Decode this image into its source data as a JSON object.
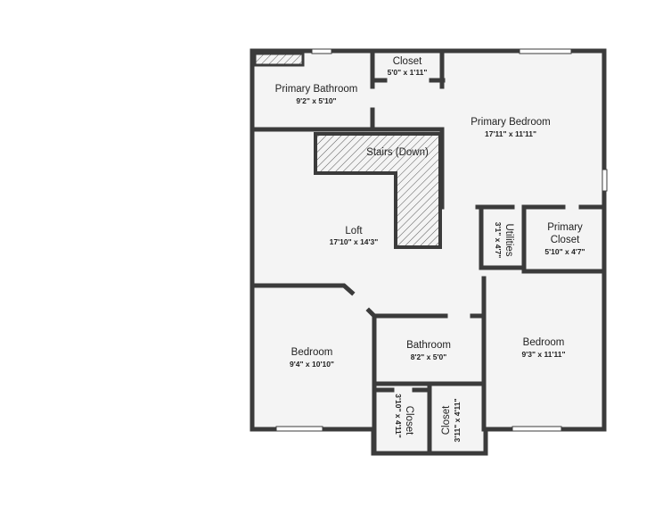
{
  "colors": {
    "wall": "#3b3b3b",
    "floor": "#f4f4f4",
    "window": "#ffffff",
    "hatch": "#555555",
    "text": "#222222"
  },
  "rooms": {
    "primary_bathroom": {
      "name": "Primary Bathroom",
      "dims": "9'2\" x 5'10\""
    },
    "closet_top": {
      "name": "Closet",
      "dims": "5'0\" x 1'11\""
    },
    "primary_bedroom": {
      "name": "Primary Bedroom",
      "dims": "17'11\" x 11'11\""
    },
    "stairs": {
      "name": "Stairs (Down)"
    },
    "loft": {
      "name": "Loft",
      "dims": "17'10\" x 14'3\""
    },
    "utilities": {
      "name": "Utilities",
      "dims": "3'1\" x 4'7\""
    },
    "primary_closet": {
      "name_line1": "Primary",
      "name_line2": "Closet",
      "dims": "5'10\" x 4'7\""
    },
    "bedroom_left": {
      "name": "Bedroom",
      "dims": "9'4\" x 10'10\""
    },
    "bathroom": {
      "name": "Bathroom",
      "dims": "8'2\" x 5'0\""
    },
    "bedroom_right": {
      "name": "Bedroom",
      "dims": "9'3\" x 11'11\""
    },
    "closet_bottom_left": {
      "name": "Closet",
      "dims": "3'10\" x 4'11\""
    },
    "closet_bottom_right": {
      "name": "Closet",
      "dims": "3'11\" x 4'11\""
    }
  }
}
